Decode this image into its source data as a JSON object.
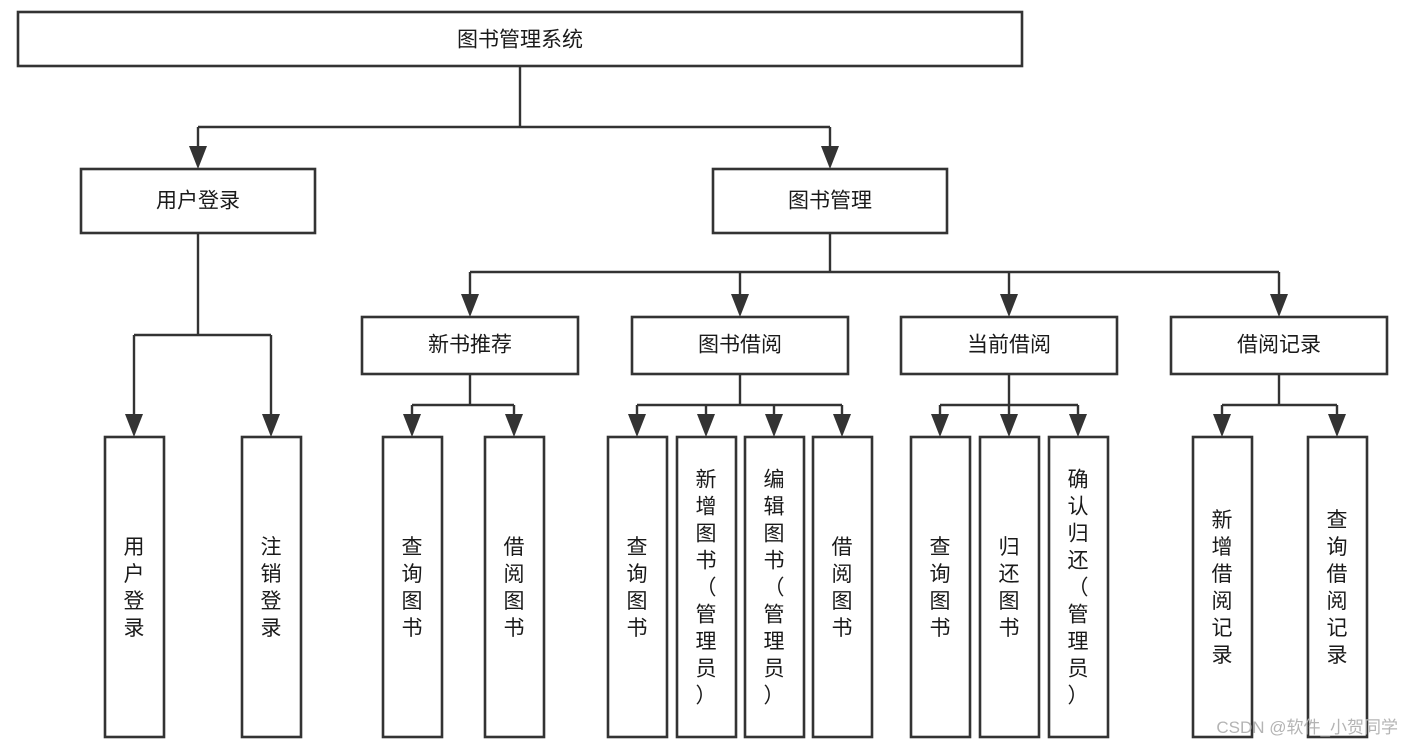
{
  "diagram": {
    "type": "tree-hierarchy",
    "title": "图书管理系统",
    "orientation": "top-down",
    "colors": {
      "box_fill": "#ffffff",
      "box_stroke": "#333333",
      "text": "#1a1a1a",
      "background": "#ffffff",
      "watermark": "#b4b4b4"
    },
    "levels": [
      {
        "level": 1,
        "nodes": [
          {
            "id": "root",
            "label": "图书管理系统",
            "orientation": "horizontal"
          }
        ]
      },
      {
        "level": 2,
        "nodes": [
          {
            "id": "login",
            "label": "用户登录",
            "orientation": "horizontal",
            "parent": "root"
          },
          {
            "id": "bookmgmt",
            "label": "图书管理",
            "orientation": "horizontal",
            "parent": "root"
          }
        ]
      },
      {
        "level": 3,
        "nodes": [
          {
            "id": "newbook",
            "label": "新书推荐",
            "orientation": "horizontal",
            "parent": "bookmgmt"
          },
          {
            "id": "borrow",
            "label": "图书借阅",
            "orientation": "horizontal",
            "parent": "bookmgmt"
          },
          {
            "id": "current",
            "label": "当前借阅",
            "orientation": "horizontal",
            "parent": "bookmgmt"
          },
          {
            "id": "records",
            "label": "借阅记录",
            "orientation": "horizontal",
            "parent": "bookmgmt"
          }
        ]
      },
      {
        "level": 4,
        "nodes": [
          {
            "id": "leaf1",
            "label": "用户登录",
            "orientation": "vertical",
            "parent": "login"
          },
          {
            "id": "leaf2",
            "label": "注销登录",
            "orientation": "vertical",
            "parent": "login"
          },
          {
            "id": "leaf3",
            "label": "查询图书",
            "orientation": "vertical",
            "parent": "newbook"
          },
          {
            "id": "leaf4",
            "label": "借阅图书",
            "orientation": "vertical",
            "parent": "newbook"
          },
          {
            "id": "leaf5",
            "label": "查询图书",
            "orientation": "vertical",
            "parent": "borrow"
          },
          {
            "id": "leaf6",
            "label": "新增图书（管理员）",
            "orientation": "vertical",
            "parent": "borrow"
          },
          {
            "id": "leaf7",
            "label": "编辑图书（管理员）",
            "orientation": "vertical",
            "parent": "borrow"
          },
          {
            "id": "leaf8",
            "label": "借阅图书",
            "orientation": "vertical",
            "parent": "borrow"
          },
          {
            "id": "leaf9",
            "label": "查询图书",
            "orientation": "vertical",
            "parent": "current"
          },
          {
            "id": "leaf10",
            "label": "归还图书",
            "orientation": "vertical",
            "parent": "current"
          },
          {
            "id": "leaf11",
            "label": "确认归还（管理员）",
            "orientation": "vertical",
            "parent": "current"
          },
          {
            "id": "leaf12",
            "label": "新增借阅记录",
            "orientation": "vertical",
            "parent": "records"
          },
          {
            "id": "leaf13",
            "label": "查询借阅记录",
            "orientation": "vertical",
            "parent": "records"
          }
        ]
      }
    ]
  },
  "watermark": {
    "text": "CSDN @软件_小贺同学"
  }
}
